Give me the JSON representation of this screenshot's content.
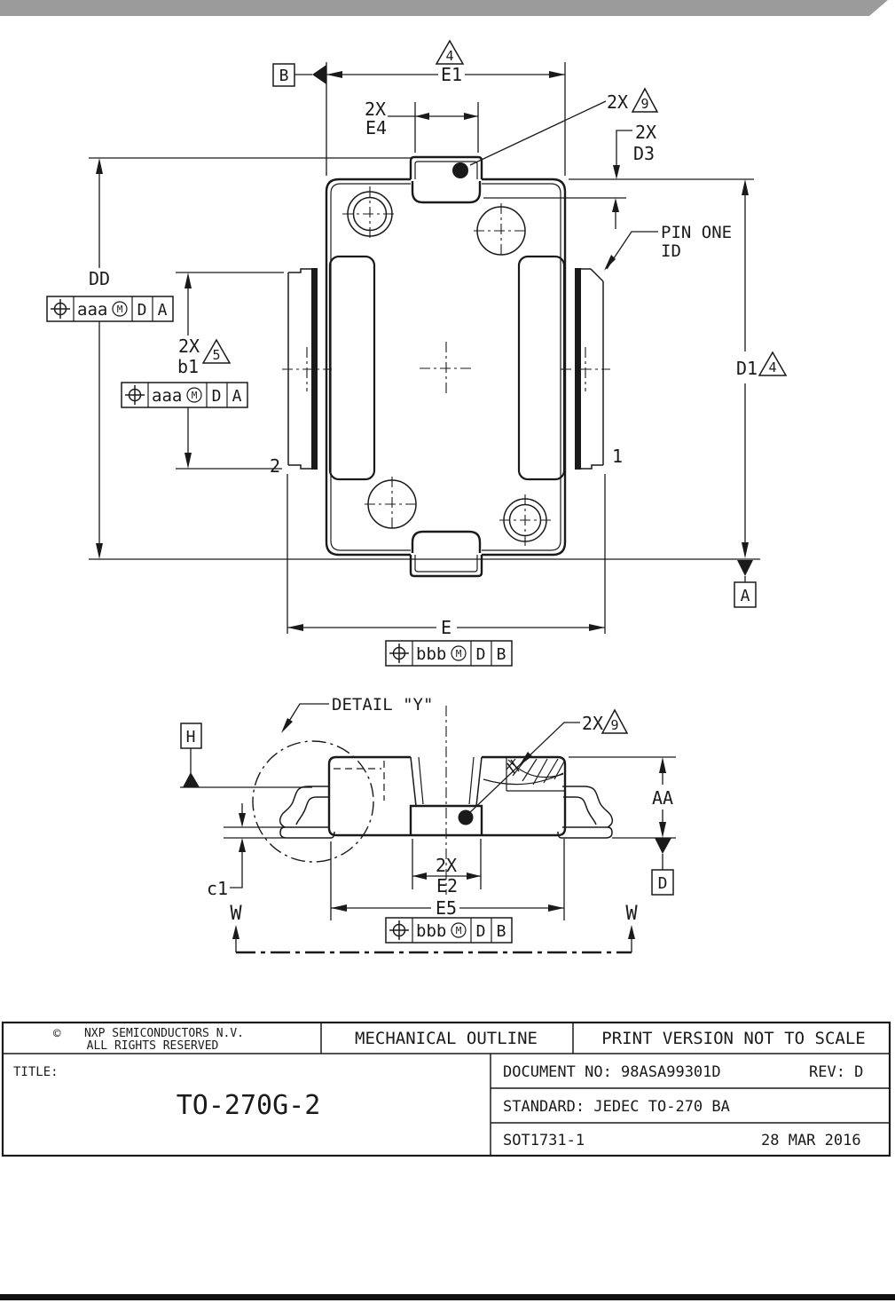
{
  "colors": {
    "line": "#1a1a1a",
    "banner": "#9b9b9b"
  },
  "top_view": {
    "flag_e1": "4",
    "dim_e1": "E1",
    "datum_b": "B",
    "qty_e4": "2X",
    "dim_e4": "E4",
    "qty_9": "2X",
    "flag_9": "9",
    "qty_d3": "2X",
    "dim_d3": "D3",
    "dim_dd": "DD",
    "fcf1": {
      "tol": "aaa",
      "mod": "M",
      "ref1": "D",
      "ref2": "A"
    },
    "qty_b1": "2X",
    "dim_b1": "b1",
    "flag_b1": "5",
    "fcf2": {
      "tol": "aaa",
      "mod": "M",
      "ref1": "D",
      "ref2": "A"
    },
    "pin2": "2",
    "pin1": "1",
    "pin_one_id_line1": "PIN ONE",
    "pin_one_id_line2": "ID",
    "dim_d1": "D1",
    "flag_d1": "4",
    "datum_a": "A",
    "dim_e": "E",
    "fcf3": {
      "tol": "bbb",
      "mod": "M",
      "ref1": "D",
      "ref2": "B"
    }
  },
  "side_view": {
    "detail_label": "DETAIL \"Y\"",
    "datum_h": "H",
    "qty_9": "2X",
    "flag_9": "9",
    "dim_aa": "AA",
    "dim_c1": "c1",
    "qty_e2": "2X",
    "dim_e2": "E2",
    "dim_e5": "E5",
    "fcf4": {
      "tol": "bbb",
      "mod": "M",
      "ref1": "D",
      "ref2": "B"
    },
    "datum_d": "D",
    "section_w_left": "W",
    "section_w_right": "W"
  },
  "title_block": {
    "copyright_symbol": "©",
    "company_line1": "NXP SEMICONDUCTORS N.V.",
    "company_line2": "ALL RIGHTS RESERVED",
    "doc_type": "MECHANICAL OUTLINE",
    "scale_note": "PRINT VERSION NOT TO SCALE",
    "title_label": "TITLE:",
    "title": "TO-270G-2",
    "document_no_label": "DOCUMENT NO: 98ASA99301D",
    "rev_label": "REV:  D",
    "standard_label": "STANDARD: JEDEC TO-270 BA",
    "sot_code": "SOT1731-1",
    "date": "28 MAR 2016"
  }
}
